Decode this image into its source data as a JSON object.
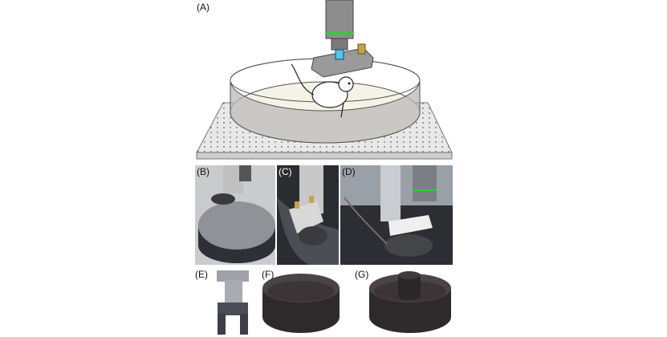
{
  "figure": {
    "panels": [
      {
        "label": "(A)"
      },
      {
        "label": "(B)"
      },
      {
        "label": "(C)"
      },
      {
        "label": "(D)"
      },
      {
        "label": "(E)"
      },
      {
        "label": "(F)"
      },
      {
        "label": "(G)"
      }
    ]
  }
}
